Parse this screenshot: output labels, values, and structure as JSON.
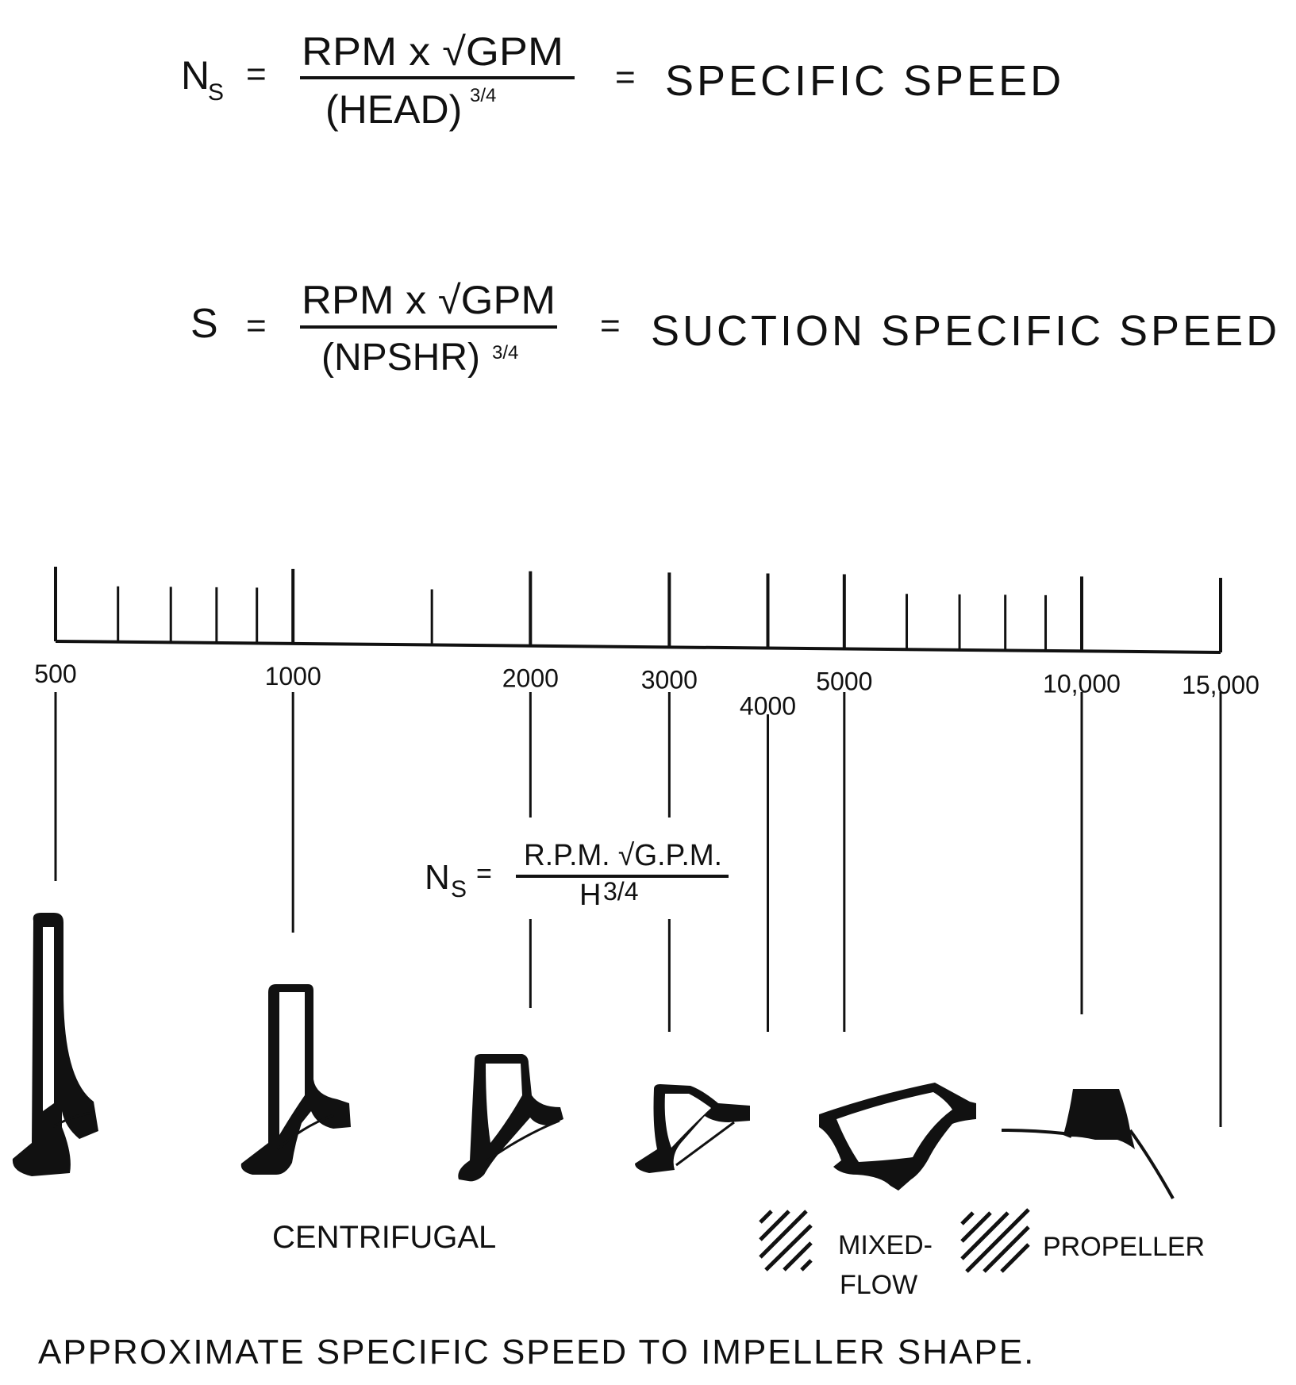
{
  "formula1": {
    "lhs": "N",
    "lhs_sub": "S",
    "eq": "=",
    "numerator": "RPM x √GPM",
    "denominator": "(HEAD)",
    "denominator_exp": "3/4",
    "eq2": "=",
    "label": "SPECIFIC SPEED"
  },
  "formula2": {
    "lhs": "S",
    "eq": "=",
    "numerator": "RPM x √GPM",
    "denominator": "(NPSHR)",
    "denominator_exp": "3/4",
    "eq2": "=",
    "label": "SUCTION SPECIFIC SPEED"
  },
  "formula3": {
    "lhs": "N",
    "lhs_sub": "S",
    "eq": "=",
    "numerator": "R.P.M. √G.P.M.",
    "denominator": "H",
    "denominator_exp": "3/4"
  },
  "scale": {
    "labels": [
      "500",
      "1000",
      "2000",
      "3000",
      "4000",
      "5000",
      "10,000",
      "15,000"
    ],
    "major_values": [
      500,
      1000,
      2000,
      3000,
      4000,
      5000,
      10000,
      15000
    ],
    "minor_values": [
      600,
      700,
      800,
      900,
      1500,
      6000,
      7000,
      8000,
      9000
    ],
    "scale_type": "log"
  },
  "impeller_positions": [
    500,
    1000,
    2000,
    3000,
    5000,
    10000
  ],
  "legend": {
    "centrifugal": "CENTRIFUGAL",
    "mixed_flow_line1": "MIXED-",
    "mixed_flow_line2": "FLOW",
    "propeller": "PROPELLER"
  },
  "caption": "APPROXIMATE SPECIFIC SPEED TO IMPELLER SHAPE."
}
